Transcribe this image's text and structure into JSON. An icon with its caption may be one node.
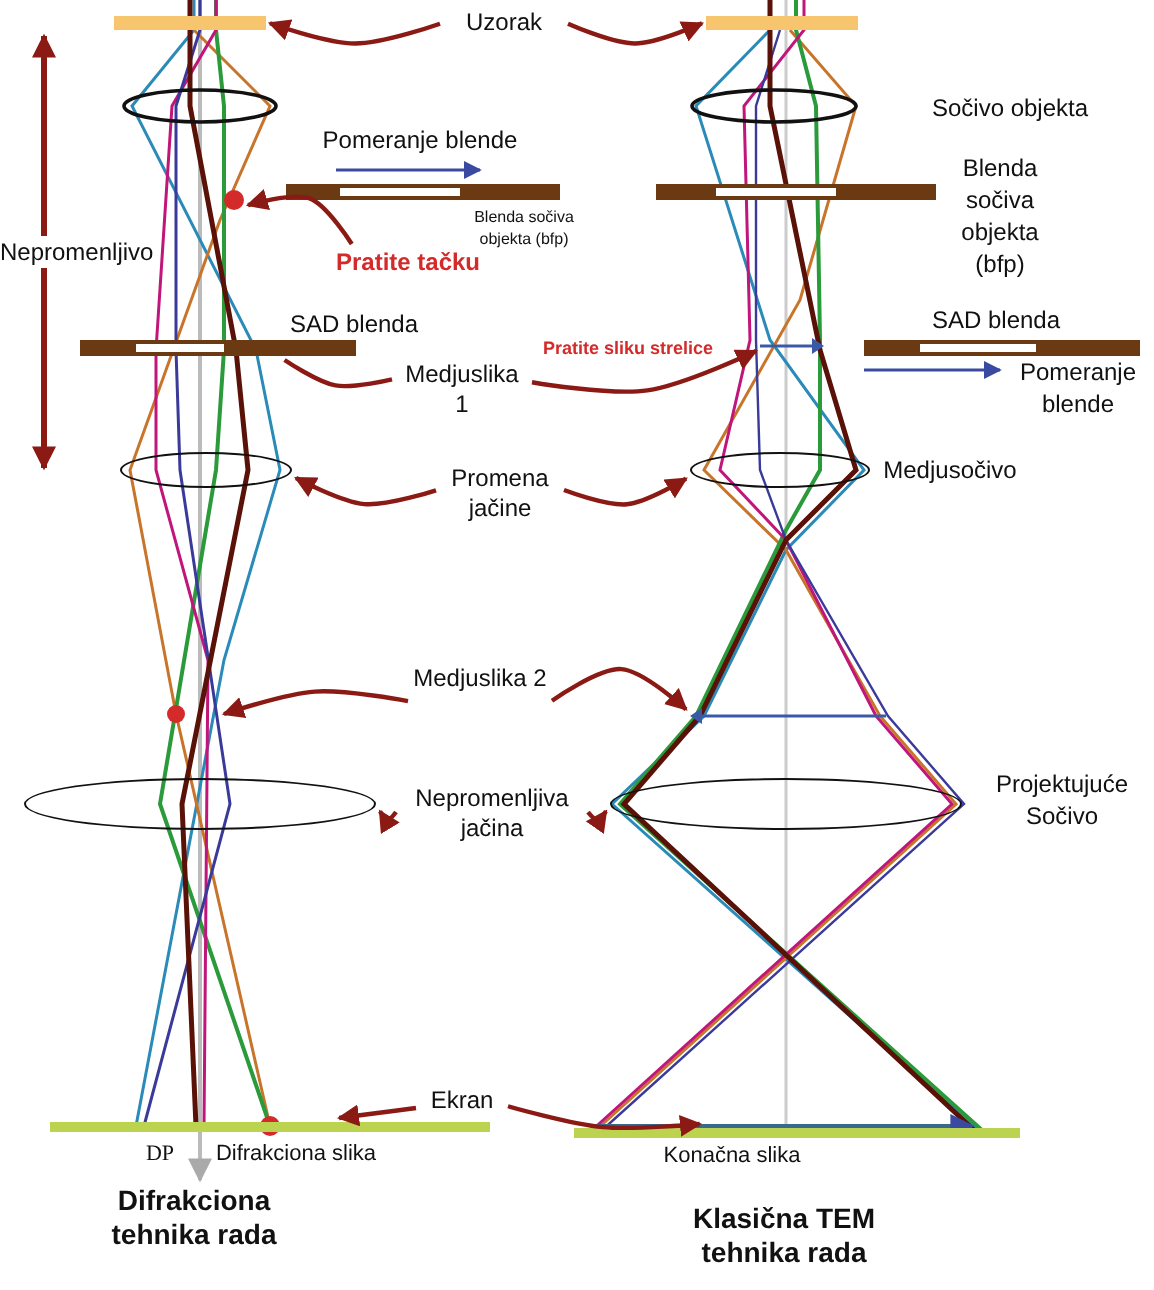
{
  "diagram": {
    "nodes": [
      {
        "text": [
          "Uzorak"
        ]
      },
      {
        "text": [],
        "shape": "bar"
      },
      {
        "text": [],
        "shape": "bar"
      },
      {
        "text": [
          "Pratite tačku"
        ]
      },
      {
        "text": [],
        "shape": "circle"
      },
      {
        "text": [
          "Medjuslika 1"
        ]
      },
      {
        "text": [],
        "shape": "bar",
        "beside": [
          "SAD blenda"
        ]
      },
      {
        "text": [],
        "shape": "arrow"
      },
      {
        "text": [
          "Promena jačine"
        ]
      },
      {
        "text": [],
        "shape": "ellipse"
      },
      {
        "text": [],
        "shape": "ellipse",
        "beside": [
          "Medjusočivo"
        ]
      },
      {
        "text": [
          "Medjuslika 2"
        ]
      },
      {
        "text": [],
        "shape": "arrow"
      },
      {
        "text": [
          "Nepromenljiva jačina"
        ]
      },
      {
        "text": [],
        "shape": "ellipse"
      },
      {
        "text": [],
        "shape": "ellipse",
        "beside": [
          "Projektujuće Sočivo"
        ]
      },
      {
        "text": [
          "Ekran"
        ]
      },
      {
        "text": [],
        "shape": "bar",
        "beside": [
          "DP",
          "Difrakciona slika"
        ]
      },
      {
        "text": [],
        "shape": "bar",
        "beside": [
          "Konačna slika"
        ]
      }
    ],
    "edges": [
      {
        "from": 0,
        "to": 1,
        "arrow": "to"
      },
      {
        "from": 0,
        "to": 2,
        "arrow": "to"
      },
      {
        "from": 3,
        "to": 4,
        "arrow": "to"
      },
      {
        "from": 5,
        "to": 6,
        "arrow": "none"
      },
      {
        "from": 5,
        "to": 7,
        "arrow": "to"
      },
      {
        "from": 8,
        "to": 9,
        "arrow": "to"
      },
      {
        "from": 8,
        "to": 10,
        "arrow": "to"
      },
      {
        "from": 11,
        "to": null,
        "arrow": "to"
      },
      {
        "from": 11,
        "to": 12,
        "arrow": "to"
      },
      {
        "from": 13,
        "to": 14,
        "arrow": "to"
      },
      {
        "from": 13,
        "to": 15,
        "arrow": "to"
      },
      {
        "from": 16,
        "to": 17,
        "arrow": "to"
      },
      {
        "from": 16,
        "to": 18,
        "arrow": "to"
      }
    ],
    "labels": [
      "Nepromenljivo",
      "Pomeranje blende",
      "Blenda sočiva objekta (bfp)",
      "Sočivo objekta",
      "Blenda sočiva objekta (bfp)",
      "SAD blenda",
      "Pratite sliku strelice",
      "Pomeranje blende",
      "Difrakciona tehnika rada",
      "Klasična TEM tehnika rada"
    ]
  }
}
